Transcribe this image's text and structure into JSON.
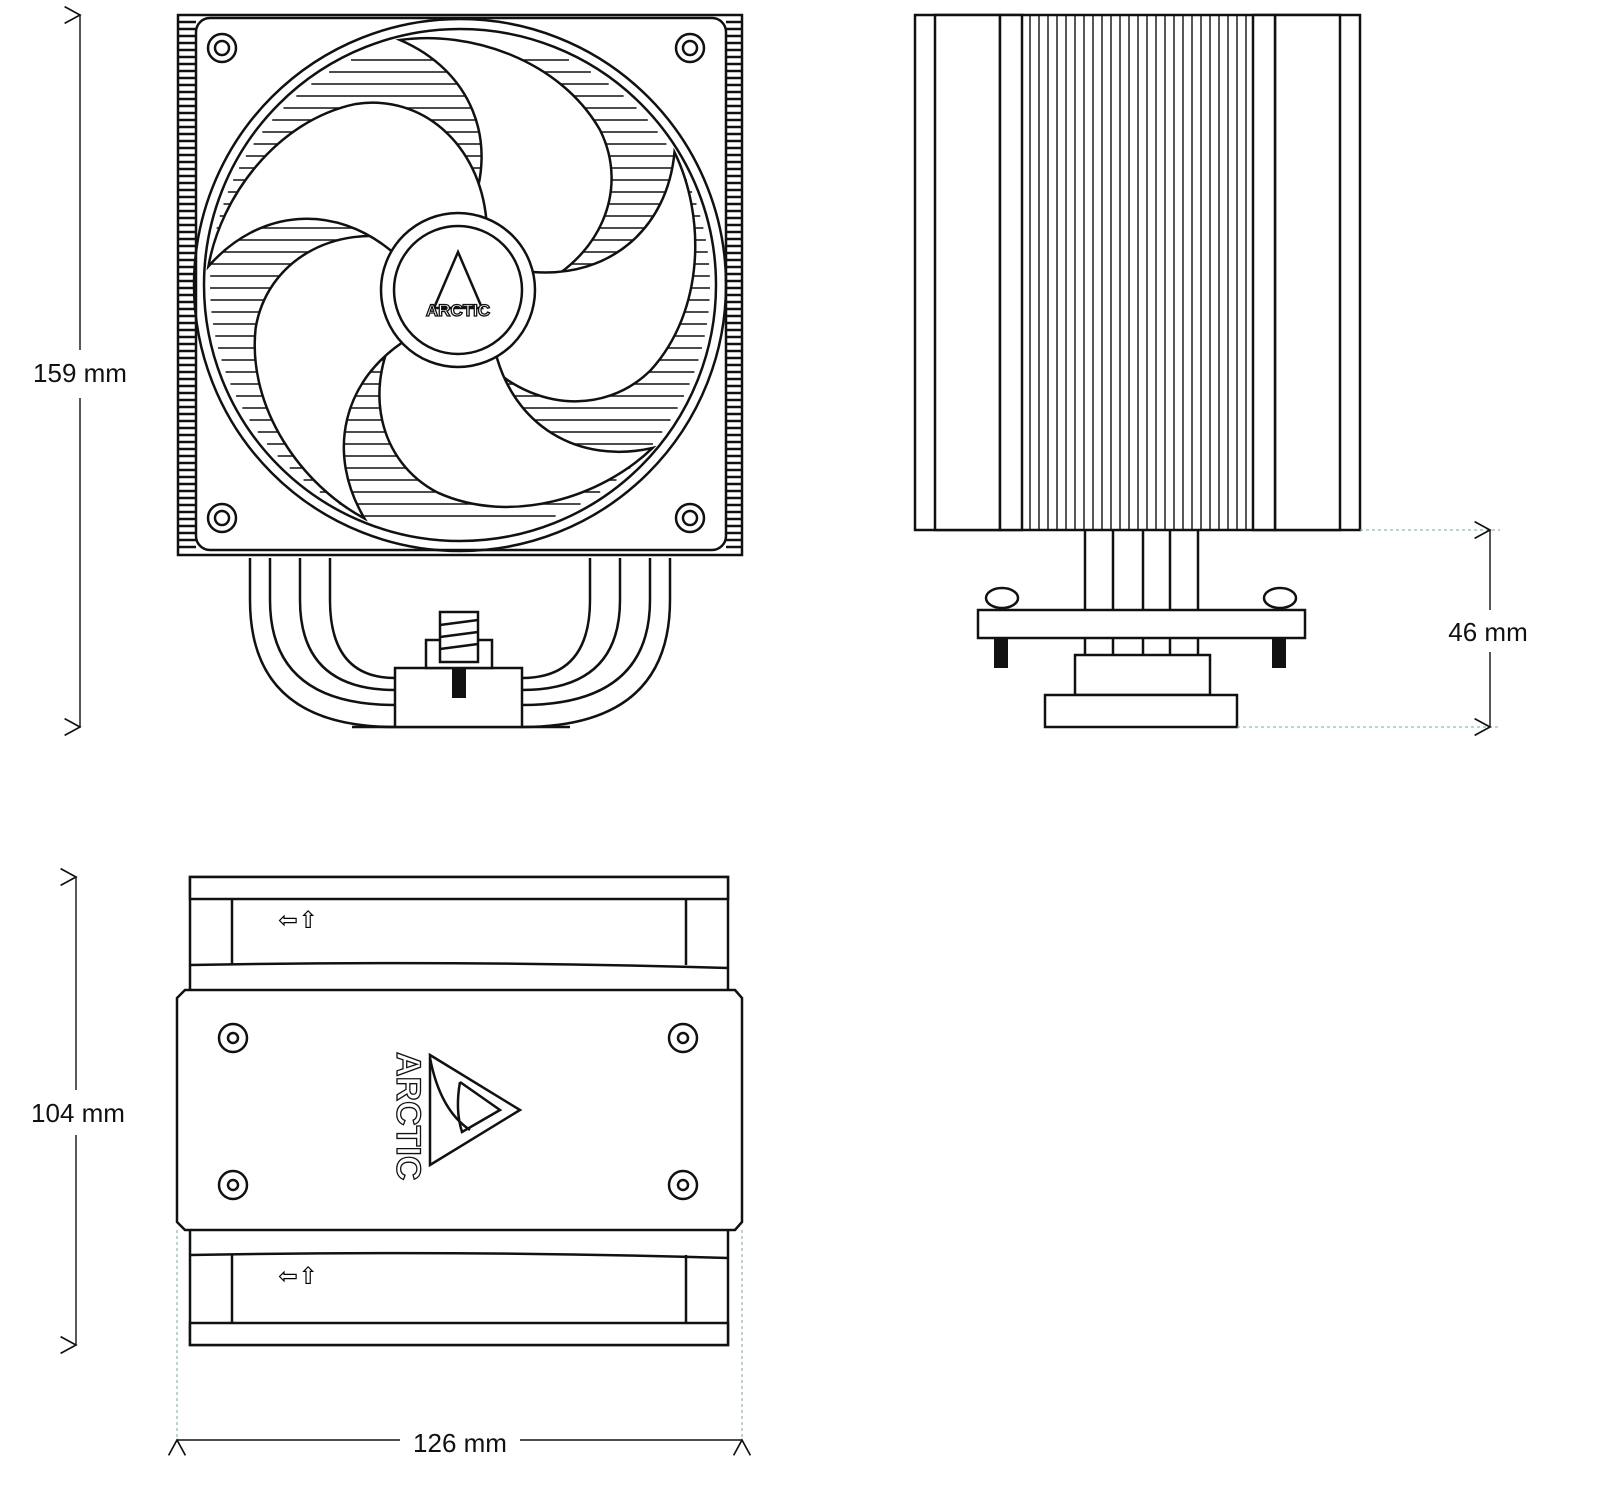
{
  "dimensions": {
    "height_front": "159 mm",
    "cooler_height_side": "46 mm",
    "depth_top": "104 mm",
    "width_top": "126 mm"
  },
  "logo": {
    "brand": "ARCTIC"
  },
  "colors": {
    "line": "#111111",
    "guide": "#7aa9a0",
    "background": "#ffffff"
  }
}
